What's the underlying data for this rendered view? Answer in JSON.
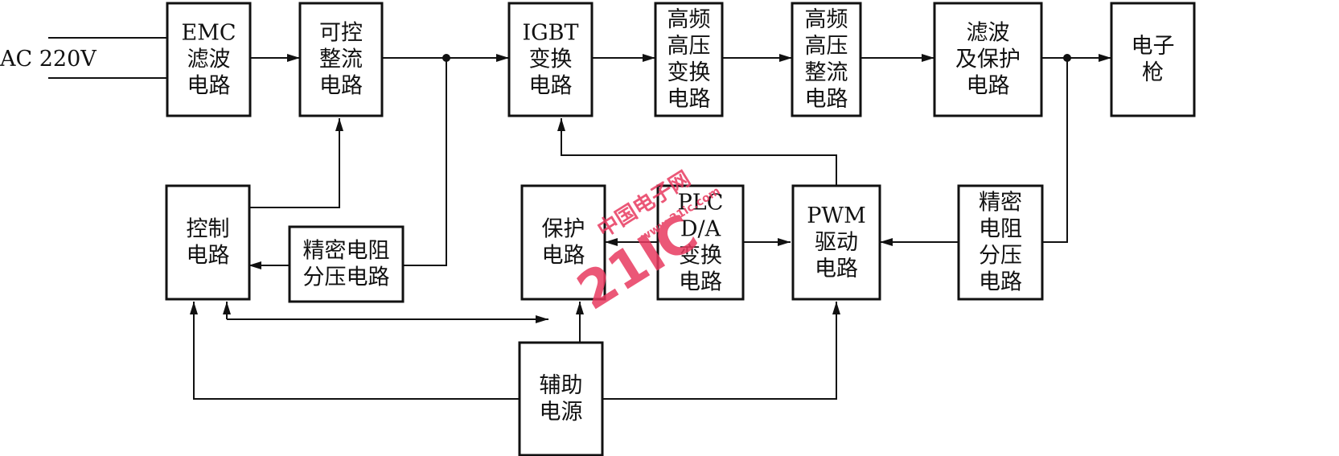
{
  "input_label": "AC 220V",
  "blocks": {
    "emc": [
      "EMC",
      "滤波",
      "电路"
    ],
    "rectifier": [
      "可控",
      "整流",
      "电路"
    ],
    "igbt": [
      "IGBT",
      "变换",
      "电路"
    ],
    "hf_transform": [
      "高频",
      "高压",
      "变换",
      "电路"
    ],
    "hf_rectifier": [
      "高频",
      "高压",
      "整流",
      "电路"
    ],
    "filter": [
      "滤波",
      "及保护",
      "电路"
    ],
    "gun": [
      "电子",
      "枪"
    ],
    "control": [
      "控制",
      "电路"
    ],
    "divider_left": [
      "精密电阻",
      "分压电路"
    ],
    "protect": [
      "保护",
      "电路"
    ],
    "plc": [
      "PLC",
      "D/A",
      "变换",
      "电路"
    ],
    "pwm": [
      "PWM",
      "驱动",
      "电路"
    ],
    "divider_right": [
      "精密",
      "电阻",
      "分压",
      "电路"
    ],
    "aux": [
      "辅助",
      "电源"
    ]
  },
  "watermark": {
    "logo": "21IC",
    "tagline": "中国电子网",
    "url": "www.21ic.com",
    "color": "#e83a60"
  }
}
